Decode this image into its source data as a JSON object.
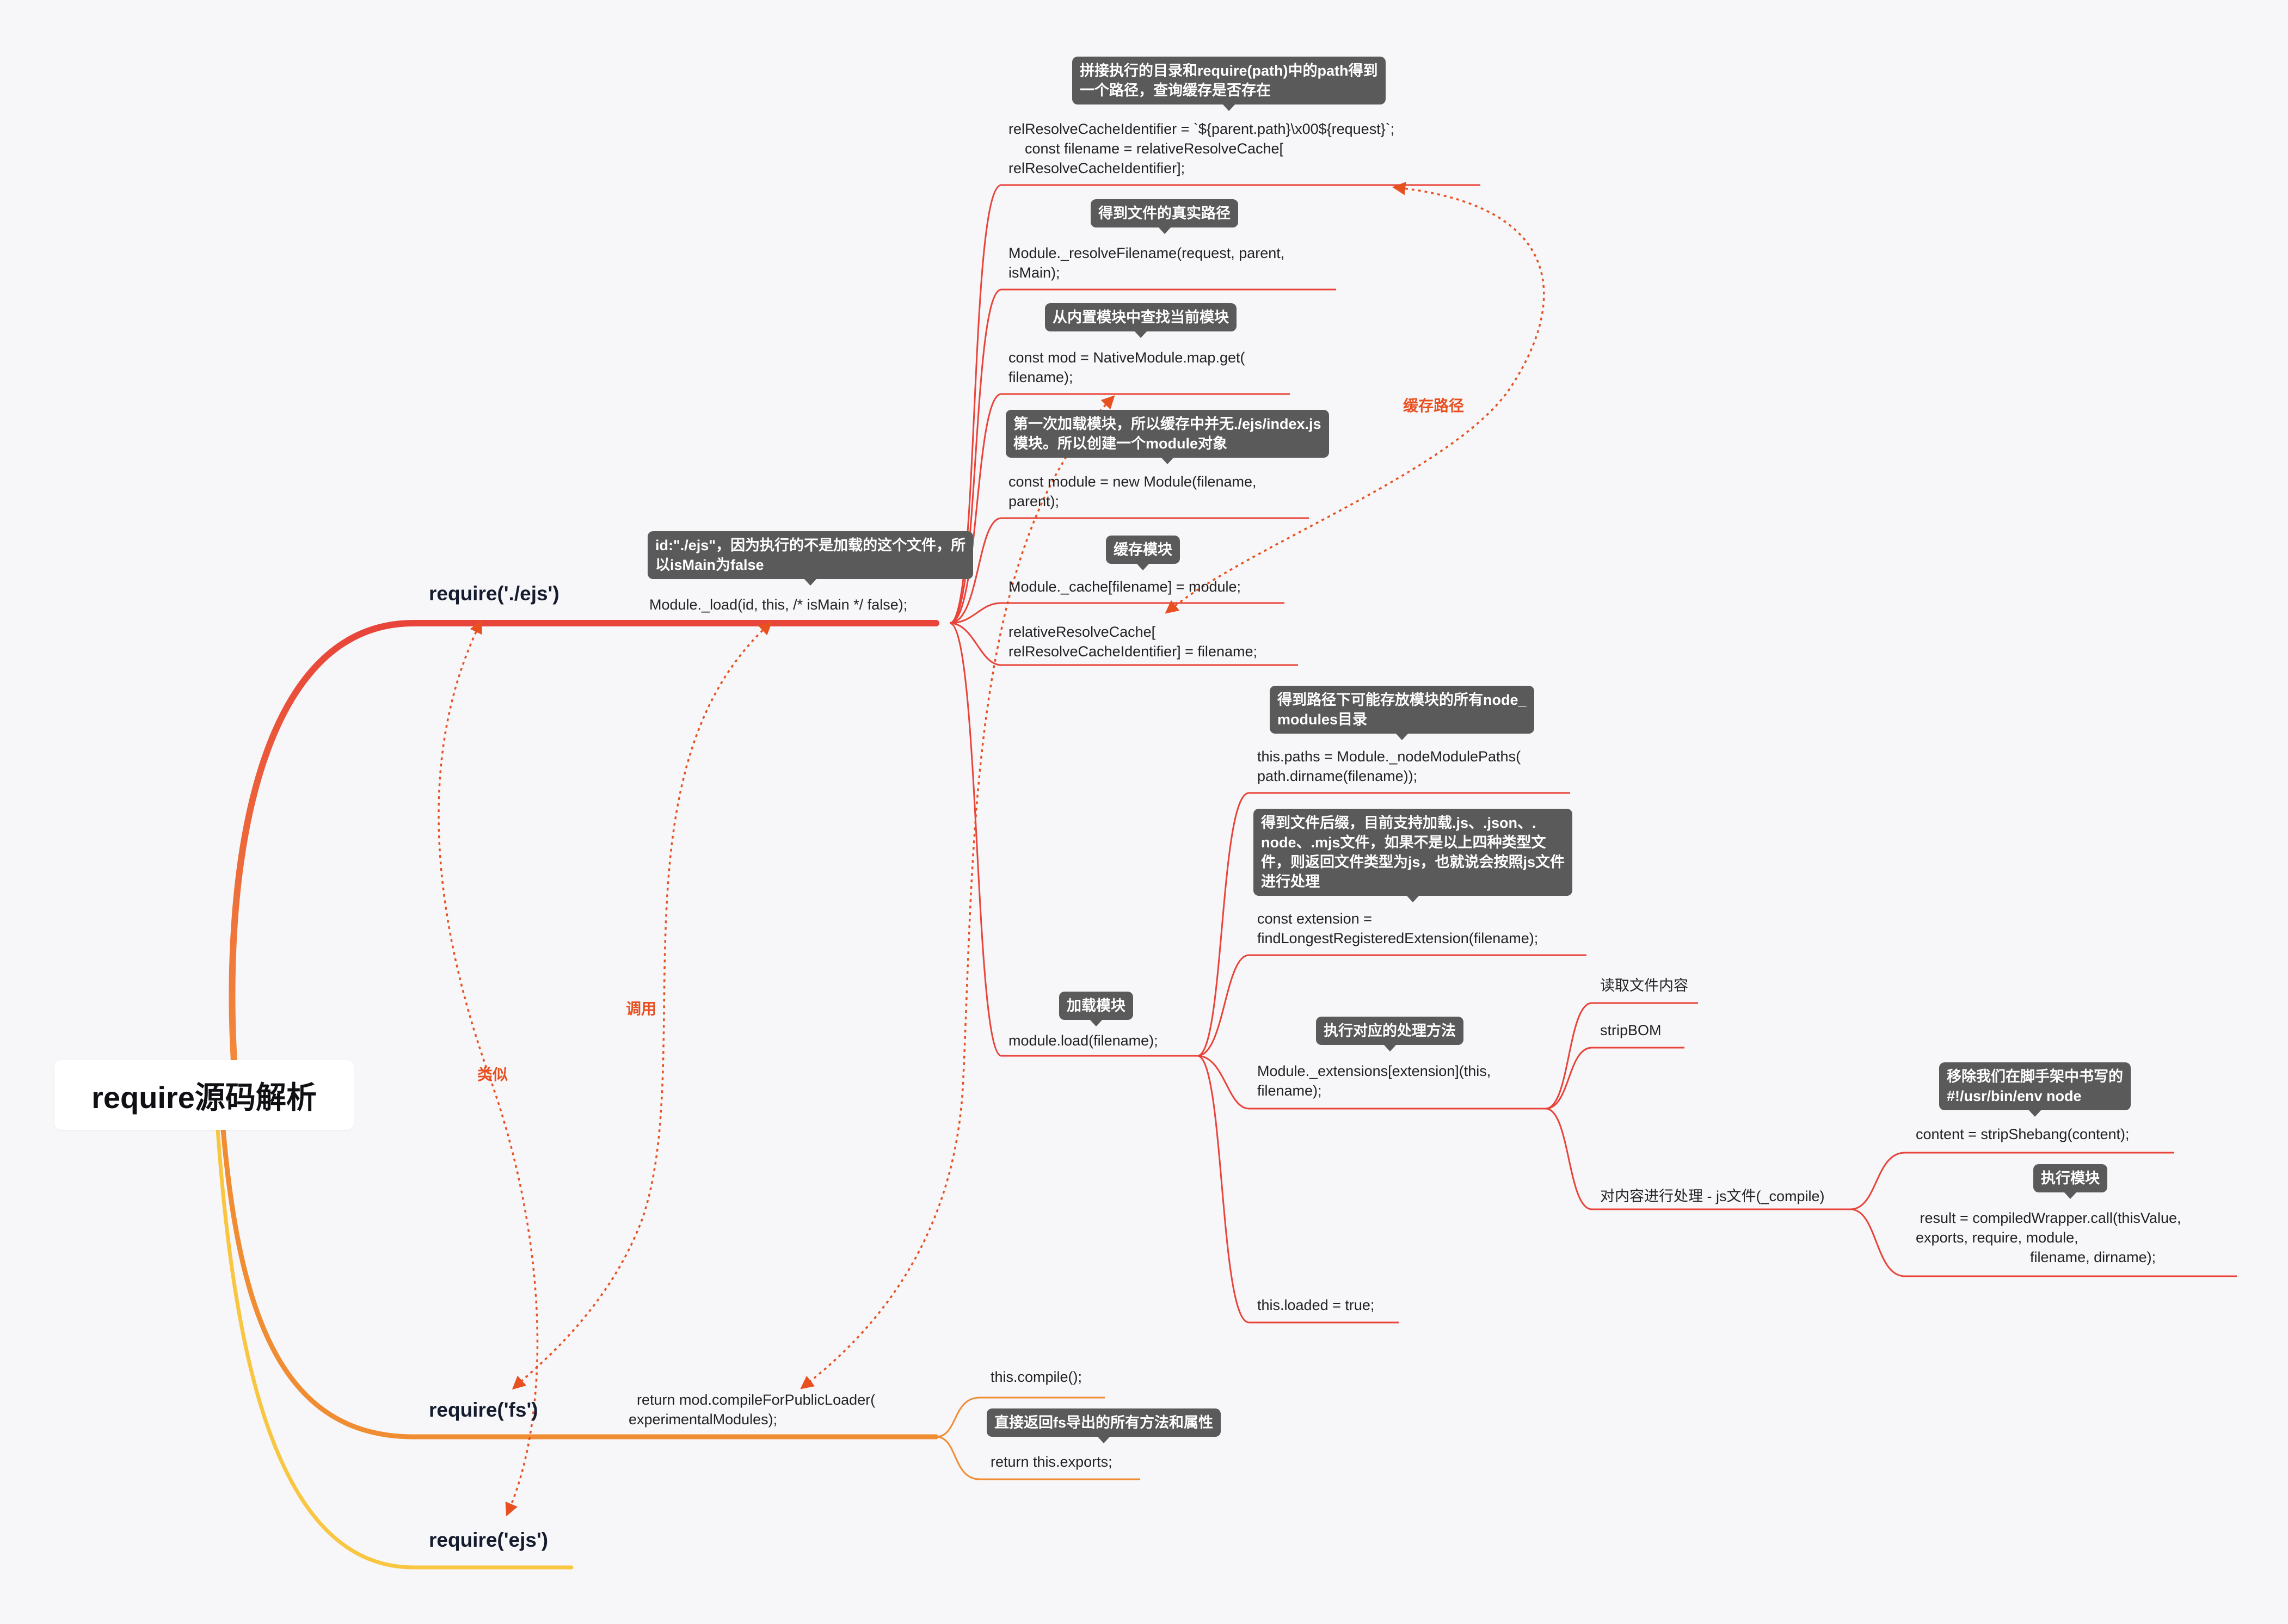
{
  "root": {
    "title": "require源码解析"
  },
  "branches": {
    "b1": "require('./ejs')",
    "b2": "require('fs')",
    "b3": "require('ejs')"
  },
  "load": {
    "tip": "id:\"./ejs\"，因为执行的不是加载的这个文件，所\n以isMain为false",
    "text": "Module._load(id, this, /* isMain */ false);"
  },
  "steps": {
    "s1_tip": "拼接执行的目录和require(path)中的path得到\n一个路径，查询缓存是否存在",
    "s1_text": "relResolveCacheIdentifier = `${parent.path}\\x00${request}`;\n    const filename = relativeResolveCache[\nrelResolveCacheIdentifier];",
    "s2_tip": "得到文件的真实路径",
    "s2_text": "Module._resolveFilename(request, parent,\nisMain);",
    "s3_tip": "从内置模块中查找当前模块",
    "s3_text": "const mod = NativeModule.map.get(\nfilename);",
    "s4_tip": "第一次加载模块，所以缓存中并无./ejs/index.js\n模块。所以创建一个module对象",
    "s4_text": "const module = new Module(filename,\nparent);",
    "s5_tip": "缓存模块",
    "s5_text": "Module._cache[filename] = module;",
    "s6_text": "relativeResolveCache[\nrelResolveCacheIdentifier] = filename;",
    "s7_tip": "加载模块",
    "s7_text": "module.load(filename);"
  },
  "loadsub": {
    "l1_tip": "得到路径下可能存放模块的所有node_\nmodules目录",
    "l1_text": "this.paths = Module._nodeModulePaths(\npath.dirname(filename));",
    "l2_tip": "得到文件后缀，目前支持加载.js、.json、.\nnode、.mjs文件，如果不是以上四种类型文\n件，则返回文件类型为js，也就说会按照js文件\n进行处理",
    "l2_text": "const extension =\nfindLongestRegisteredExtension(filename);",
    "l3_tip": "执行对应的处理方法",
    "l3_text": "Module._extensions[extension](this,\nfilename);",
    "l4_text": "this.loaded = true;"
  },
  "ext": {
    "e1": "读取文件内容",
    "e2": "stripBOM",
    "e3": "对内容进行处理 - js文件(_compile)"
  },
  "compile": {
    "c1_tip": "移除我们在脚手架中书写的\n#!/usr/bin/env node",
    "c1_text": "content = stripShebang(content);",
    "c2_tip": "执行模块",
    "c2_text": " result = compiledWrapper.call(thisValue,\nexports, require, module,\n                            filename, dirname);"
  },
  "fs": {
    "text": "  return mod.compileForPublicLoader(\nexperimentalModules);",
    "f1": "this.compile();",
    "f2_tip": "直接返回fs导出的所有方法和属性",
    "f2_text": "return this.exports;"
  },
  "relations": {
    "r1": "缓存路径",
    "r2": "调用",
    "r3": "类似"
  },
  "colors": {
    "red": "#e8443a",
    "orange": "#f09030",
    "yellow": "#f7c844",
    "dotted": "#e8501f"
  }
}
